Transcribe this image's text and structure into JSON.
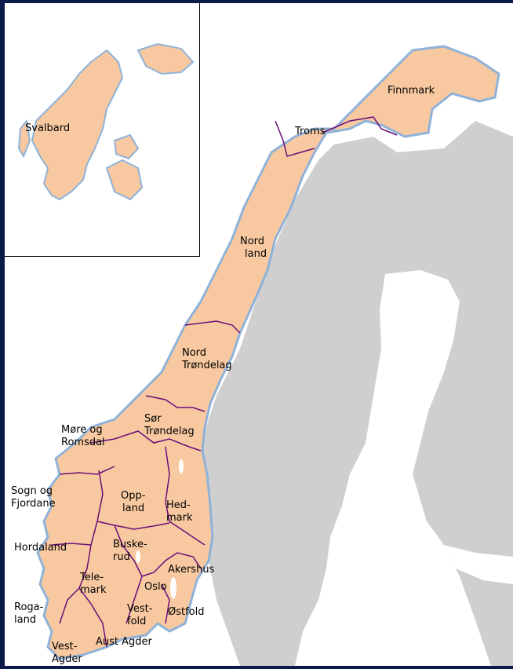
{
  "colors": {
    "frame": "#0b1a4a",
    "sea": "#ffffff",
    "norway": "#f8c9a0",
    "neighbors": "#cfcfcf",
    "lakes": "#ffffff",
    "border": "#6a0d7a",
    "coast_shadow": "#8fb2d8"
  },
  "inset": {
    "label": "Svalbard"
  },
  "regions": [
    {
      "key": "finnmark",
      "lines": [
        "Finnmark"
      ]
    },
    {
      "key": "troms",
      "lines": [
        "Troms"
      ]
    },
    {
      "key": "nordland",
      "lines": [
        "Nord",
        "land"
      ]
    },
    {
      "key": "nord_trondelag",
      "lines": [
        "Nord",
        "Trøndelag"
      ]
    },
    {
      "key": "sor_trondelag",
      "lines": [
        "Sør",
        "Trøndelag"
      ]
    },
    {
      "key": "more_romsdal",
      "lines": [
        "Møre og",
        "Romsdal"
      ]
    },
    {
      "key": "sogn_fjordane",
      "lines": [
        "Sogn og",
        "Fjordane"
      ]
    },
    {
      "key": "oppland",
      "lines": [
        "Opp-",
        "land"
      ]
    },
    {
      "key": "hedmark",
      "lines": [
        "Hed-",
        "mark"
      ]
    },
    {
      "key": "hordaland",
      "lines": [
        "Hordaland"
      ]
    },
    {
      "key": "buskerud",
      "lines": [
        "Buske-",
        "rud"
      ]
    },
    {
      "key": "akershus",
      "lines": [
        "Akershus"
      ]
    },
    {
      "key": "telemark",
      "lines": [
        "Tele-",
        "mark"
      ]
    },
    {
      "key": "oslo",
      "lines": [
        "Oslo"
      ]
    },
    {
      "key": "rogaland",
      "lines": [
        "Roga-",
        "land"
      ]
    },
    {
      "key": "vestfold",
      "lines": [
        "Vest-",
        "fold"
      ]
    },
    {
      "key": "ostfold",
      "lines": [
        "Østfold"
      ]
    },
    {
      "key": "vest_agder",
      "lines": [
        "Vest-",
        "Agder"
      ]
    },
    {
      "key": "aust_agder",
      "lines": [
        "Aust Agder"
      ]
    }
  ]
}
